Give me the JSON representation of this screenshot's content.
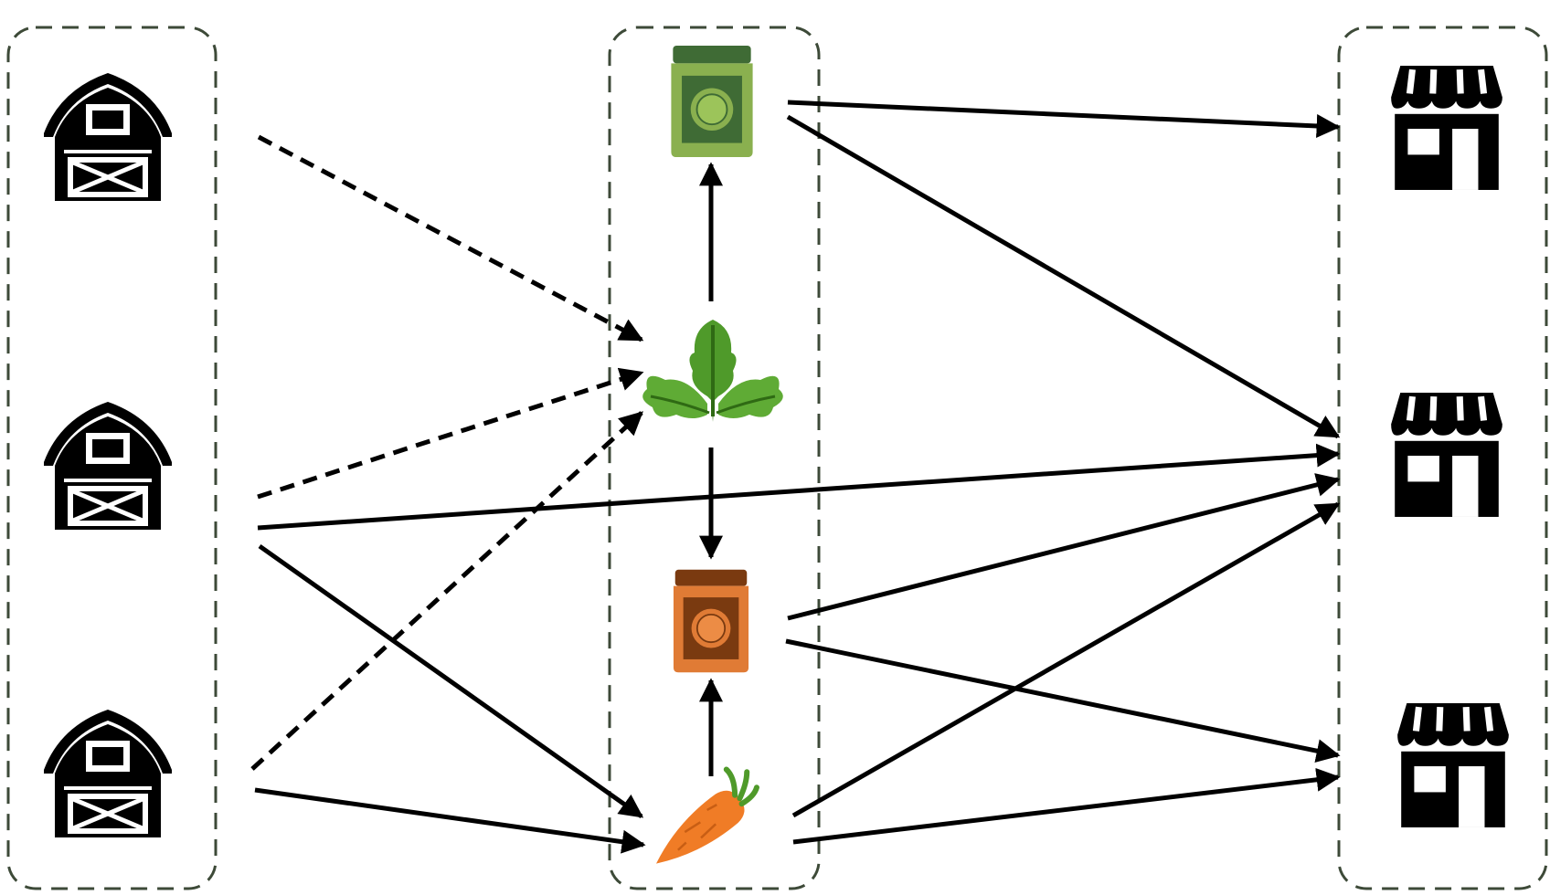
{
  "diagram": {
    "groups": [
      {
        "id": "farms",
        "items": [
          "barn-icon",
          "barn-icon",
          "barn-icon"
        ]
      },
      {
        "id": "products",
        "items": [
          "green-jar-icon",
          "leafy-greens-icon",
          "orange-jar-icon",
          "carrot-icon"
        ]
      },
      {
        "id": "stores",
        "items": [
          "store-icon",
          "store-icon",
          "store-icon"
        ]
      }
    ],
    "edges": [
      {
        "from": "farm-1",
        "to": "greens",
        "style": "dashed"
      },
      {
        "from": "farm-2",
        "to": "greens",
        "style": "dashed"
      },
      {
        "from": "farm-3",
        "to": "greens",
        "style": "dashed"
      },
      {
        "from": "farm-2",
        "to": "store-2",
        "style": "solid"
      },
      {
        "from": "farm-2",
        "to": "carrot",
        "style": "solid"
      },
      {
        "from": "farm-3",
        "to": "carrot",
        "style": "solid"
      },
      {
        "from": "greens",
        "to": "green-jar",
        "style": "solid"
      },
      {
        "from": "greens",
        "to": "orange-jar",
        "style": "solid"
      },
      {
        "from": "carrot",
        "to": "orange-jar",
        "style": "solid"
      },
      {
        "from": "green-jar",
        "to": "store-1",
        "style": "solid"
      },
      {
        "from": "green-jar",
        "to": "store-2",
        "style": "solid"
      },
      {
        "from": "orange-jar",
        "to": "store-2",
        "style": "solid"
      },
      {
        "from": "orange-jar",
        "to": "store-3",
        "style": "solid"
      },
      {
        "from": "carrot",
        "to": "store-2",
        "style": "solid"
      },
      {
        "from": "carrot",
        "to": "store-3",
        "style": "solid"
      }
    ],
    "colors": {
      "group_border": "#3d4a38",
      "arrow": "#000000",
      "green_jar": "#8ab04f",
      "orange_jar": "#e07b35",
      "carrot": "#f07c26",
      "greens": "#4f9a2a"
    }
  }
}
